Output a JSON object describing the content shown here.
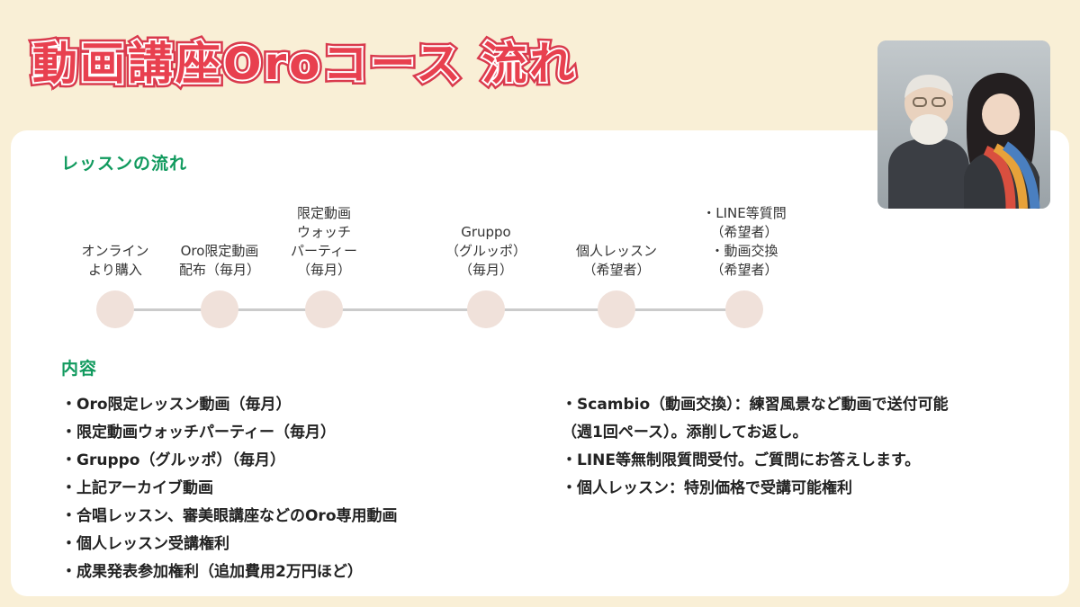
{
  "banner": {
    "title": "動画講座Oroコース 流れ"
  },
  "sections": {
    "flow": {
      "heading": "レッスンの流れ",
      "steps": [
        {
          "label": "オンライン\nより購入"
        },
        {
          "label": "Oro限定動画\n配布（毎月）"
        },
        {
          "label": "限定動画\nウォッチ\nパーティー\n（毎月）"
        },
        {
          "label": "Gruppo\n（グルッポ）\n（毎月）"
        },
        {
          "label": "個人レッスン\n（希望者）"
        },
        {
          "label": "・LINE等質問\n（希望者）\n・動画交換\n（希望者）"
        }
      ]
    },
    "content": {
      "heading": "内容",
      "left_items": [
        "・Oro限定レッスン動画（毎月）",
        "・限定動画ウォッチパーティー（毎月）",
        "・Gruppo（グルッポ）（毎月）",
        "・上記アーカイブ動画",
        "・合唱レッスン、審美眼講座などのOro専用動画",
        "・個人レッスン受講権利",
        "・成果発表参加権利（追加費用2万円ほど）"
      ],
      "right_items": [
        "・Scambio（動画交換）：練習風景など動画で送付可能",
        "（週1回ペース）。添削してお返し。",
        "・LINE等無制限質問受付。ご質問にお答えします。",
        "・個人レッスン：特別価格で受講可能権利"
      ]
    }
  },
  "colors": {
    "banner_cream": "#f9efd6",
    "title_red": "#e8404f",
    "title_outline": "#d93a4d",
    "accent_green": "#119a5e",
    "timeline_dot": "#f0e1da",
    "timeline_line": "#cbcbcb",
    "body_text": "#222222"
  }
}
